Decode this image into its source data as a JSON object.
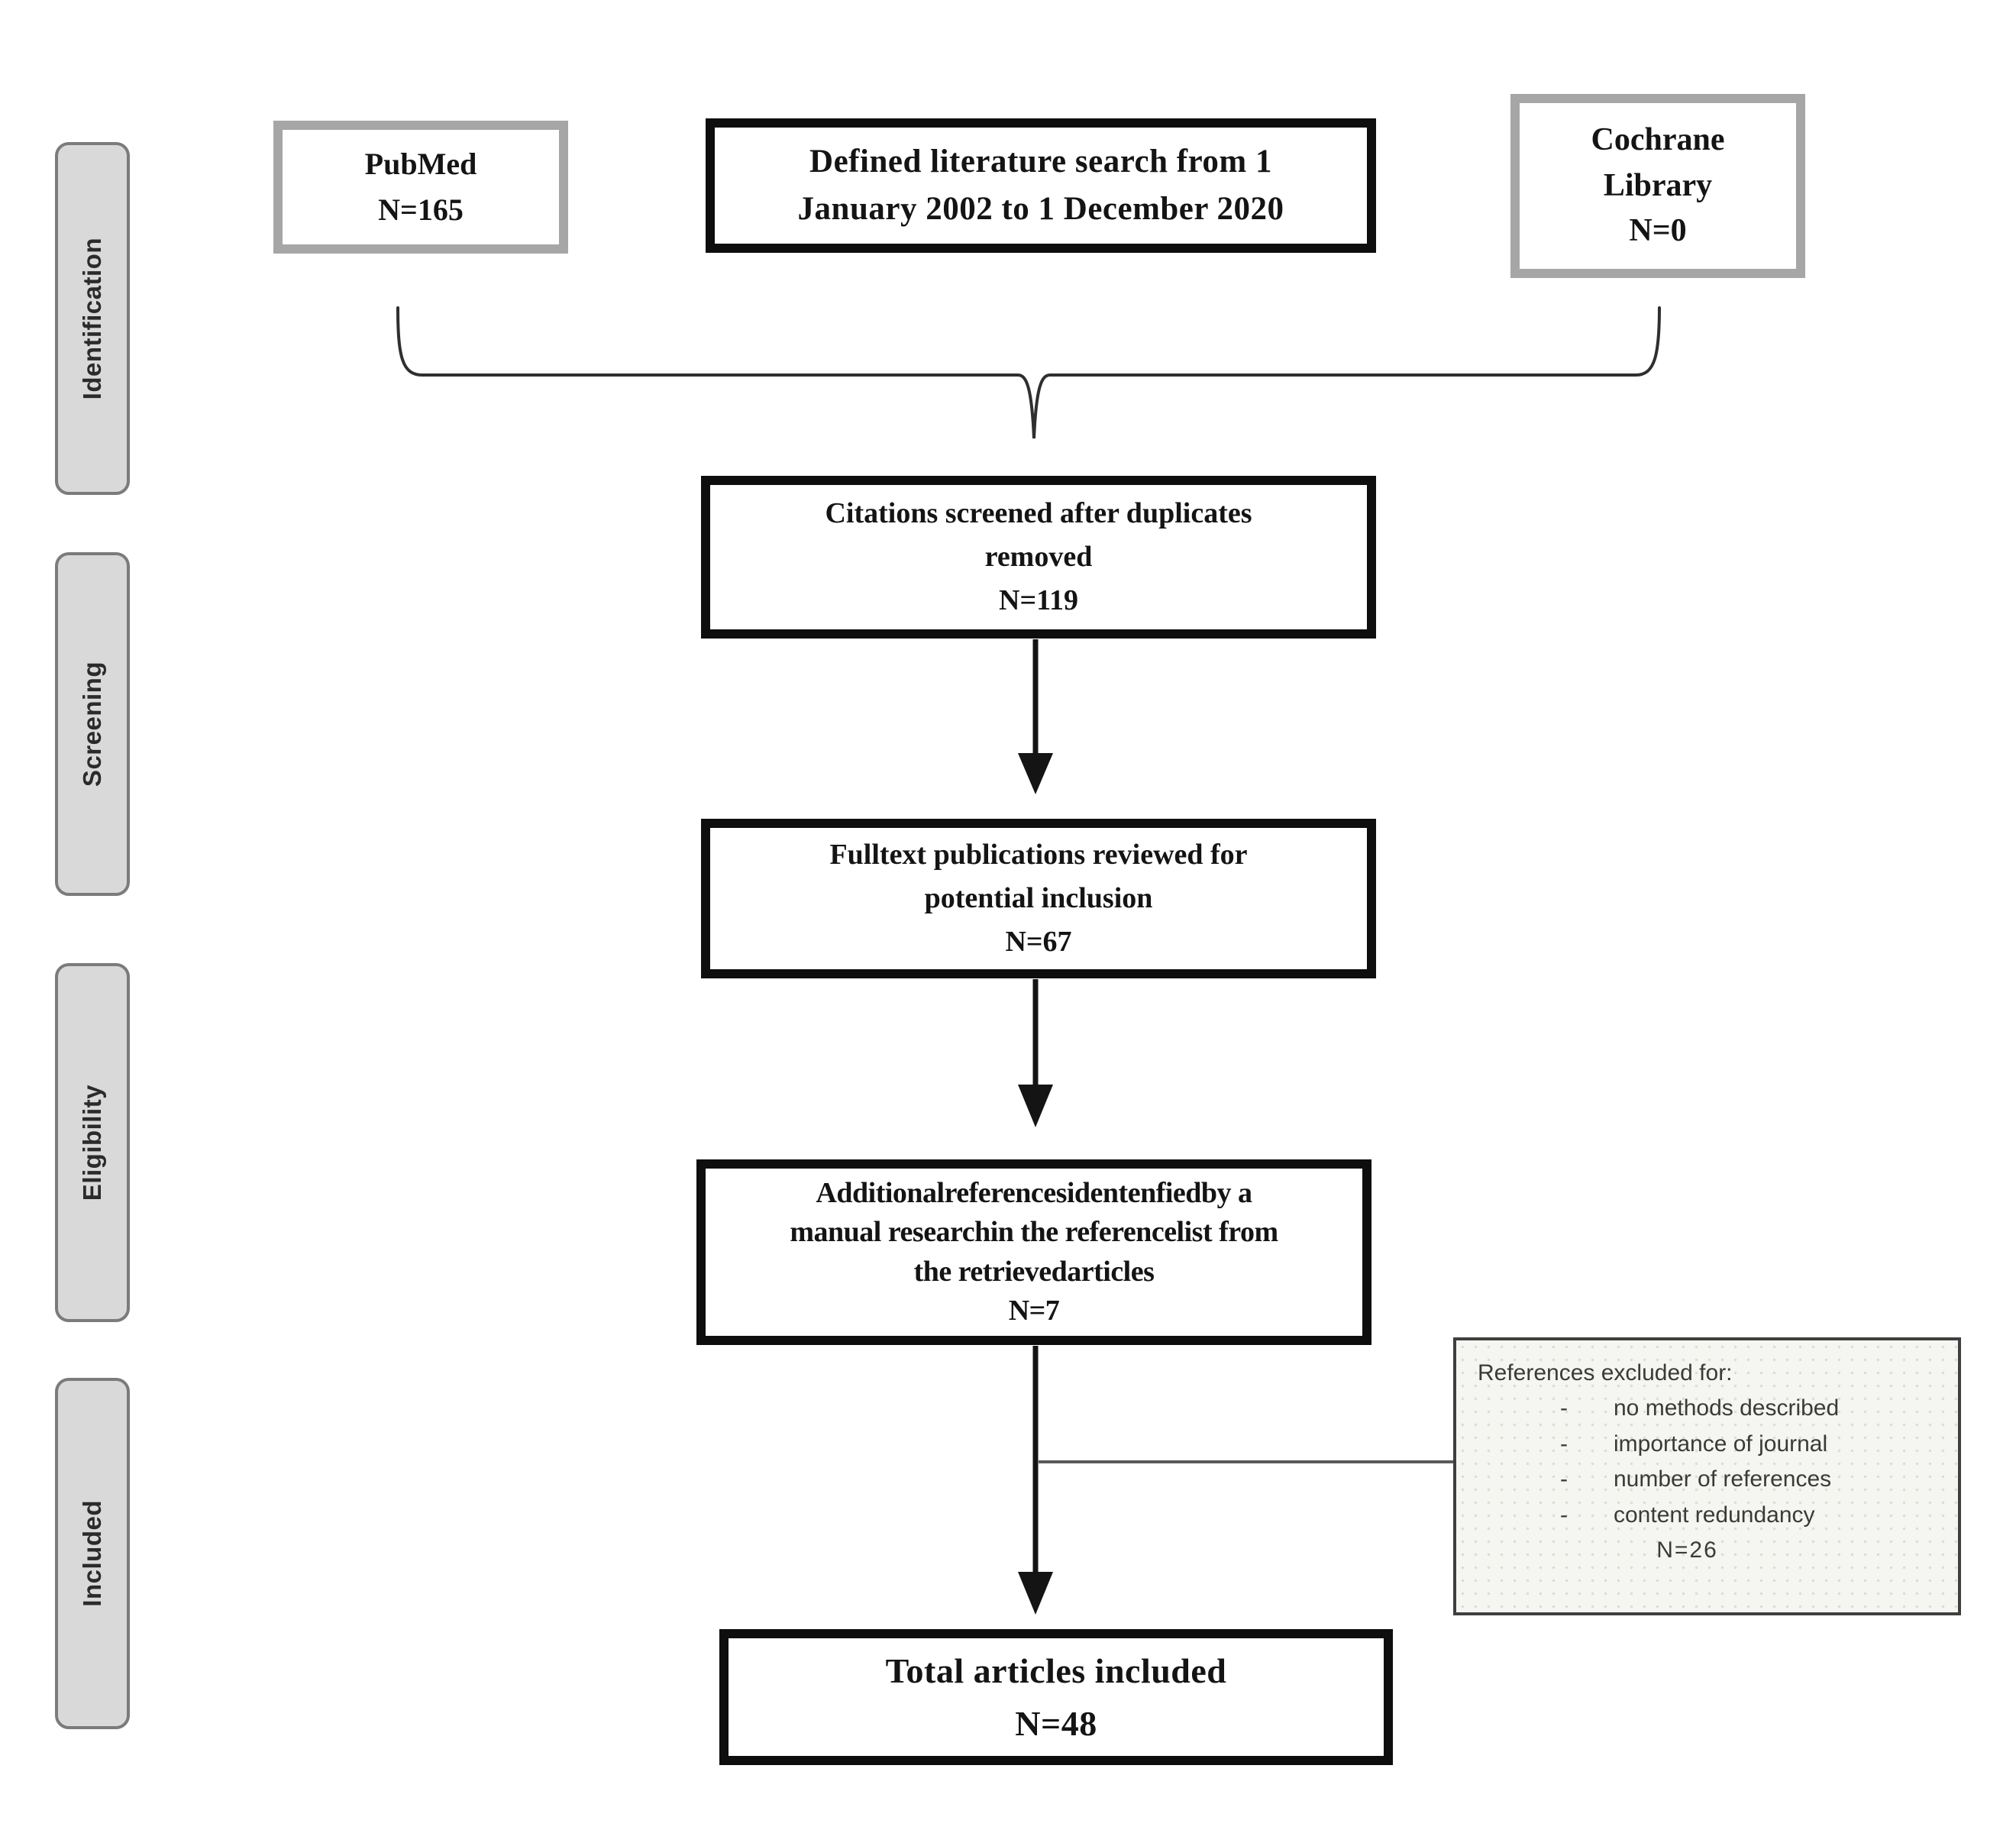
{
  "sidebar": {
    "stages": [
      {
        "label": "Identification"
      },
      {
        "label": "Screening"
      },
      {
        "label": "Eligibility"
      },
      {
        "label": "Included"
      }
    ]
  },
  "boxes": {
    "pubmed": {
      "lines": [
        "PubMed",
        "N=165"
      ]
    },
    "search_period": {
      "lines": [
        "Defined literature search from 1",
        "January 2002 to 1 December 2020"
      ]
    },
    "cochrane": {
      "lines": [
        "Cochrane",
        "Library",
        "N=0"
      ]
    },
    "citations_screened": {
      "lines": [
        "Citations screened after duplicates",
        "removed",
        "N=119"
      ]
    },
    "fulltext_reviewed": {
      "lines": [
        "Fulltext publications  reviewed for",
        "potential inclusion",
        "N=67"
      ]
    },
    "additional_references": {
      "lines": [
        "Additionalreferencesidentenfiedby a",
        "manual researchin the referencelist from",
        "the retrievedarticles",
        "N=7"
      ]
    },
    "total_included": {
      "lines": [
        "Total articles included",
        "N=48"
      ]
    },
    "references_excluded": {
      "title": "References excluded for:",
      "bullet": "-",
      "items": [
        "no methods described",
        "importance of journal",
        "number of references",
        "content redundancy"
      ],
      "count": "N=26"
    }
  },
  "colors": {
    "black_box_border": "#0e0e0e",
    "gray_box_border": "#a6a6a6",
    "stage_fill": "#d9d9d9",
    "stage_border": "#7b7b7b",
    "excluded_fill": "#f5f5f1",
    "excluded_border": "#3f3f3f",
    "connector": "#2f2f2f",
    "branch_line": "#595959",
    "background": "#ffffff"
  }
}
